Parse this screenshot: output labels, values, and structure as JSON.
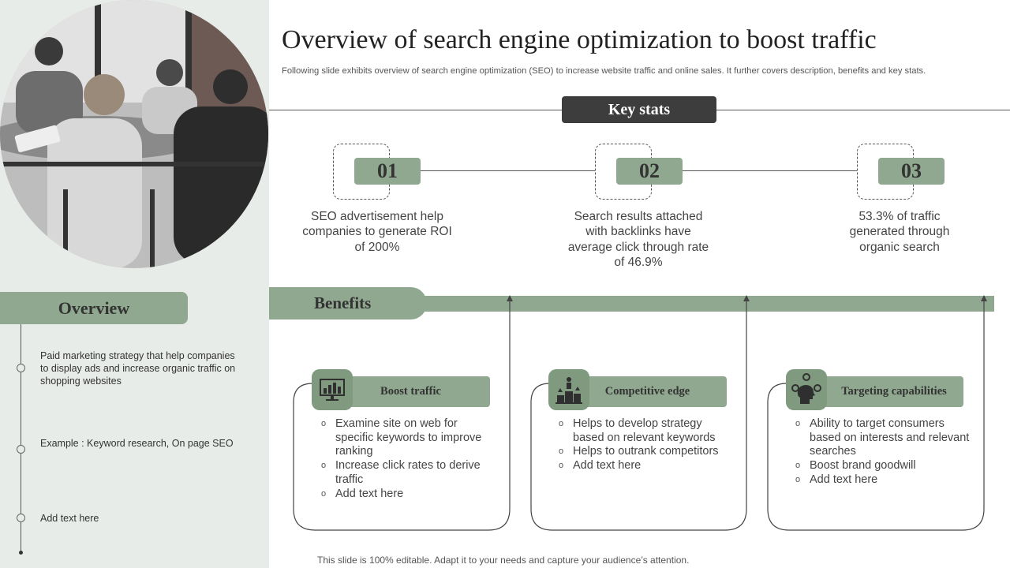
{
  "title": "Overview of search engine optimization to boost traffic",
  "subtitle": "Following slide exhibits overview of search engine optimization (SEO) to increase website traffic and online sales. It further covers description, benefits and key stats.",
  "photo": {
    "icon": "meeting-photo"
  },
  "overview": {
    "heading": "Overview",
    "items": [
      "Paid marketing strategy that help companies to display ads and increase organic traffic on shopping websites",
      "Example : Keyword research, On page SEO",
      "Add text here"
    ]
  },
  "key_stats": {
    "heading": "Key stats",
    "items": [
      {
        "number": "01",
        "text": "SEO advertisement help companies to generate ROI of 200%"
      },
      {
        "number": "02",
        "text": "Search results attached with backlinks have average click through rate of 46.9%"
      },
      {
        "number": "03",
        "text": "53.3% of traffic generated through organic search"
      }
    ]
  },
  "benefits": {
    "heading": "Benefits",
    "cards": [
      {
        "title": "Boost traffic",
        "icon": "traffic-chart-icon",
        "points": [
          "Examine site on web for specific keywords to improve ranking",
          "Increase click rates to derive traffic",
          "Add text here"
        ]
      },
      {
        "title": "Competitive  edge",
        "icon": "podium-icon",
        "points": [
          "Helps to develop strategy based on relevant keywords",
          "Helps to outrank competitors",
          "Add text here"
        ]
      },
      {
        "title": "Targeting capabilities",
        "icon": "target-head-icon",
        "points": [
          "Ability to target consumers based on interests and relevant searches",
          "Boost brand goodwill",
          "Add text here"
        ]
      }
    ]
  },
  "footer": "This slide is 100% editable. Adapt it to your needs and capture your audience’s attention.",
  "colors": {
    "accent": "#8fa88f",
    "panel": "#e8ece8",
    "dark": "#3d3d3d"
  }
}
